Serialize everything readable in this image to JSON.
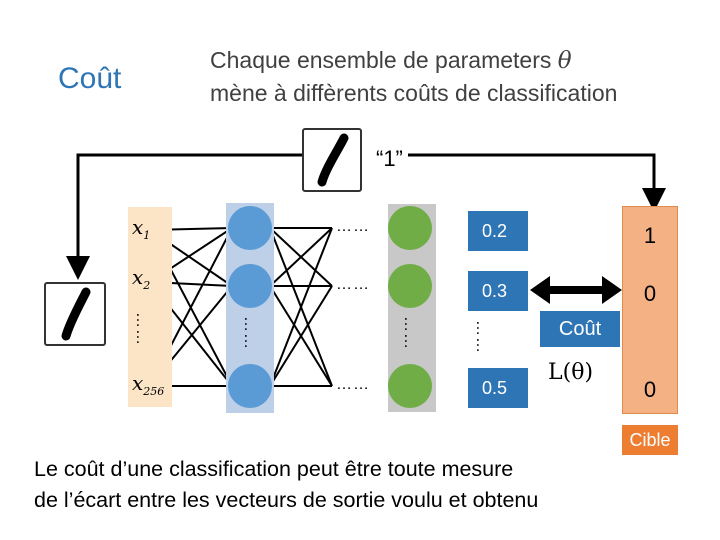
{
  "title": "Coût",
  "subtitle_line1": "Chaque ensemble de parameters",
  "subtitle_theta": "θ",
  "subtitle_line2": "mène à diffèrents coûts de classification",
  "input_label": "“1”",
  "inputs": {
    "x1": "x",
    "x1_sub": "1",
    "x2": "x",
    "x2_sub": "2",
    "x256": "x",
    "x256_sub": "256"
  },
  "outputs": [
    "0.2",
    "0.3",
    "0.5"
  ],
  "target_values": [
    "1",
    "0",
    "0"
  ],
  "cost_box": "Coût",
  "loss": "L(θ)",
  "target_label": "Cible",
  "ellipsis": "……",
  "footer_line1": "Le coût d’une classification peut être toute mesure",
  "footer_line2": "de l’écart entre les vecteurs de sortie voulu et obtenu",
  "colors": {
    "title": "#2e75b6",
    "output_box": "#2e75b6",
    "target": "#f4b183",
    "target_label": "#ed7d31",
    "hidden_nodes": "#5b9bd5",
    "output_nodes": "#70ad47"
  }
}
